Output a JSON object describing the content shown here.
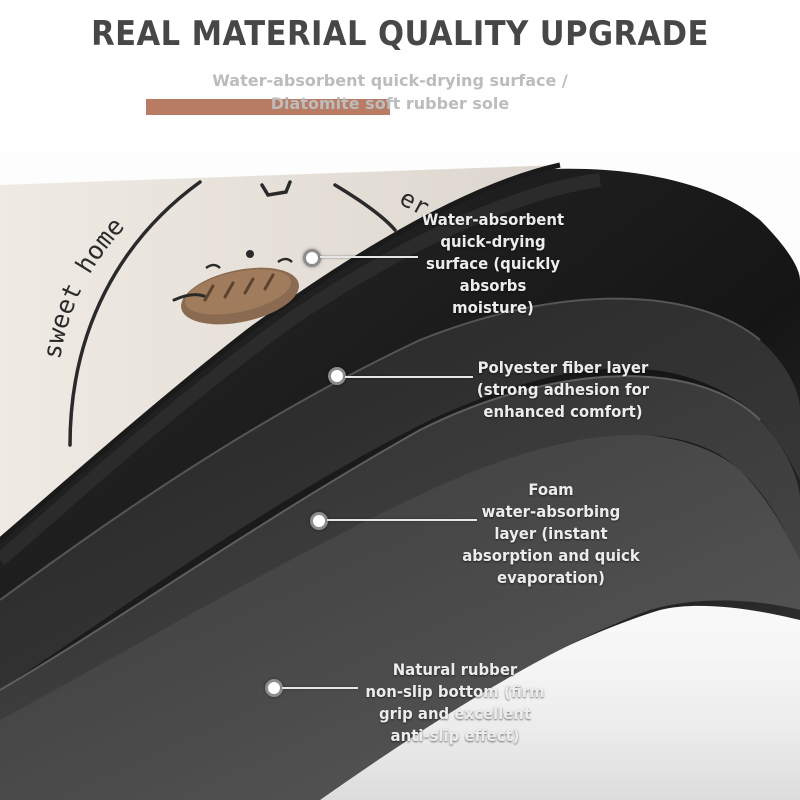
{
  "header": {
    "title": "REAL MATERIAL QUALITY UPGRADE",
    "subtitle_lines": [
      "Water-absorbent quick-drying surface /",
      "Diatomite soft rubber sole"
    ]
  },
  "mat_print": {
    "text": "sweet home",
    "partial_text": "er"
  },
  "callouts": [
    {
      "lines": [
        "Water-absorbent",
        "quick-drying",
        "surface (quickly",
        "absorbs",
        "moisture)"
      ]
    },
    {
      "lines": [
        "Polyester fiber layer",
        "(strong adhesion for",
        "enhanced comfort)"
      ]
    },
    {
      "lines": [
        "Foam",
        "water-absorbing",
        "layer (instant",
        "absorption and quick",
        "evaporation)"
      ]
    },
    {
      "lines": [
        "Natural rubber",
        "non-slip bottom (firm",
        "grip and excellent",
        "anti-slip effect)"
      ]
    }
  ],
  "colors": {
    "title": "#474747",
    "subtitle": "#bcbcbc",
    "accent_bar": "#b87b64",
    "surface": "#ece7e0",
    "layer_dark": "#1b1b1b",
    "layer_foam": "#2c2c2c",
    "layer_rubber": "#3a3a3a",
    "label_text": "#ececec"
  }
}
